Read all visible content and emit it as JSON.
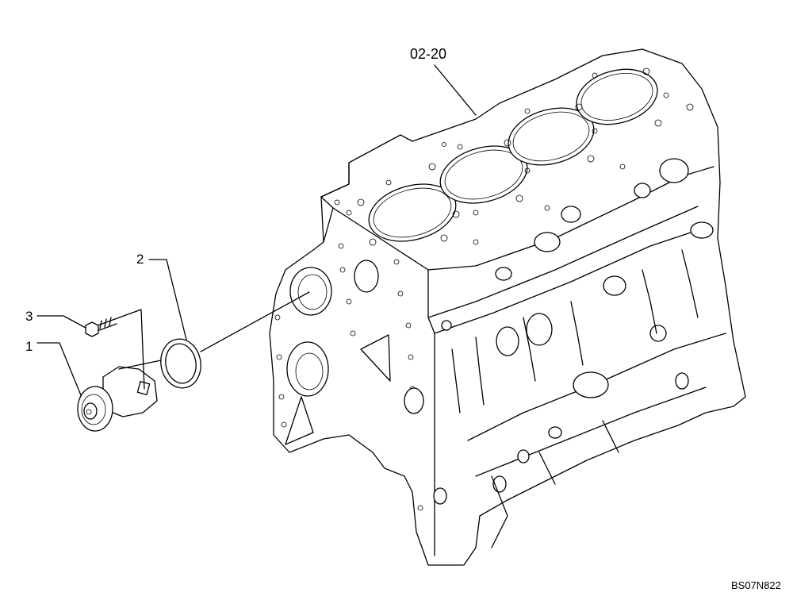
{
  "callouts": {
    "engine_block": "02-20",
    "o_ring": "2",
    "bolt": "3",
    "water_pump": "1"
  },
  "drawing_code": "BS07N822"
}
